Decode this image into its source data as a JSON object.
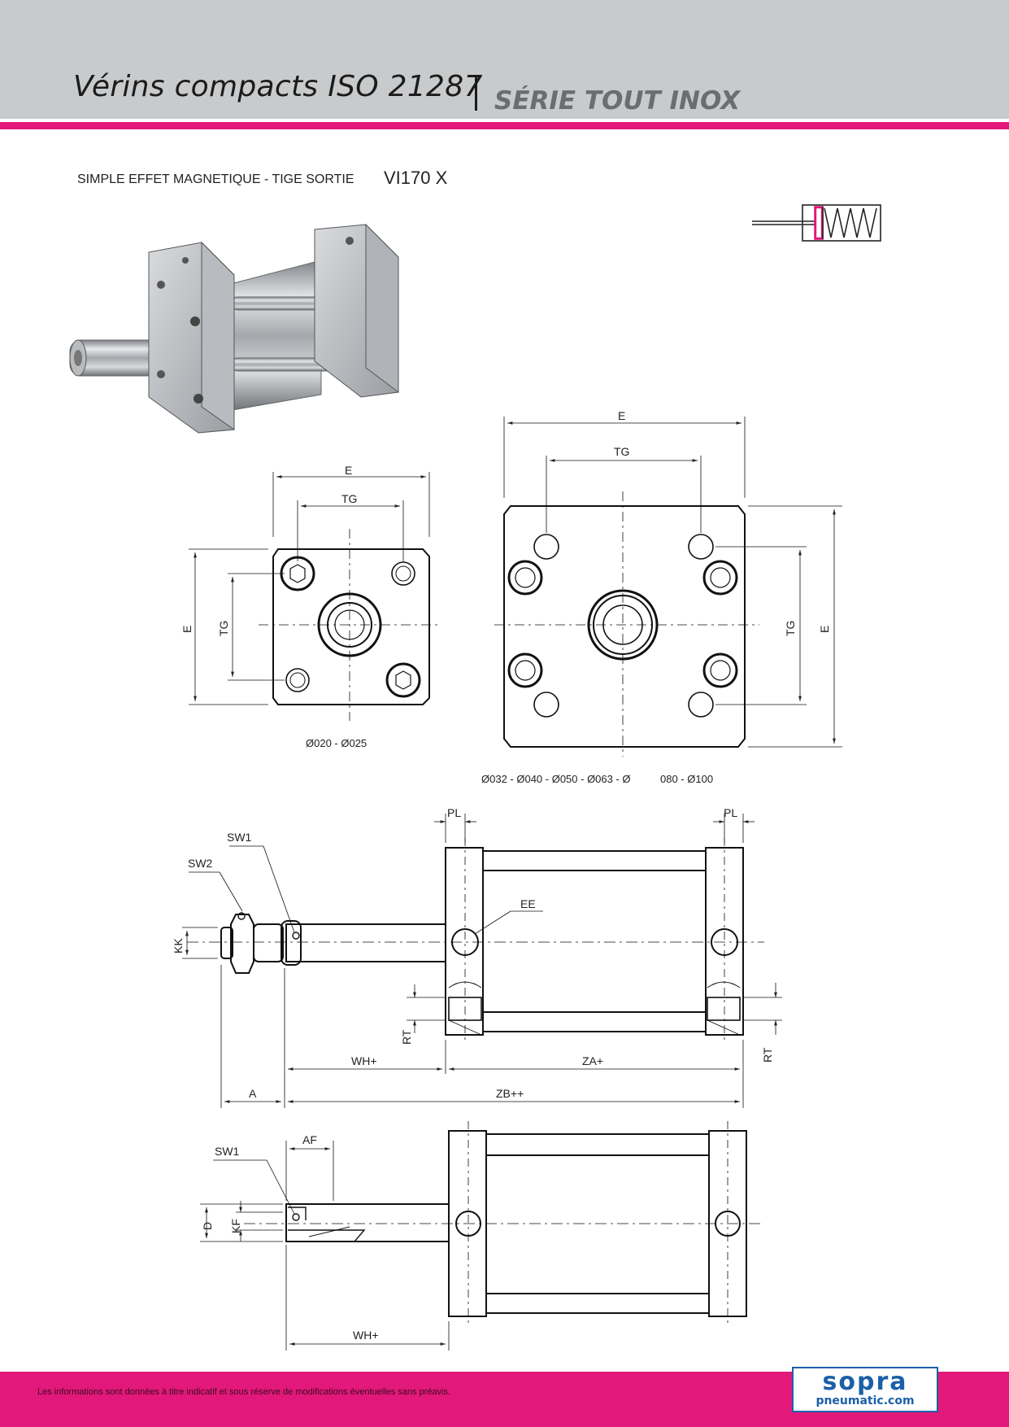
{
  "header": {
    "title": "Vérins compacts ISO 21287",
    "series": "SÉRIE TOUT INOX"
  },
  "product": {
    "subtitle": "SIMPLE EFFET MAGNETIQUE - TIGE SORTIE",
    "model": "VI170 X"
  },
  "front_small": {
    "label_e_top": "E",
    "label_tg_top": "TG",
    "label_e_side": "E",
    "label_tg_side": "TG",
    "caption": "Ø020 - Ø025"
  },
  "front_large": {
    "label_e_top": "E",
    "label_tg_top": "TG",
    "label_tg_side": "TG",
    "label_e_side": "E",
    "caption_left": "Ø032 - Ø040 - Ø050 - Ø063 - Ø",
    "caption_right": "080 - Ø100"
  },
  "side_view": {
    "sw1": "SW1",
    "sw2": "SW2",
    "pl_left": "PL",
    "pl_right": "PL",
    "ee": "EE",
    "kk": "KK",
    "rt_left": "RT",
    "rt_right": "RT",
    "wh": "WH+",
    "za": "ZA+",
    "a": "A",
    "zb": "ZB++"
  },
  "side_view_2": {
    "sw1": "SW1",
    "af": "AF",
    "d": "D",
    "kf": "KF",
    "wh": "WH+"
  },
  "footer": {
    "disclaimer": "Les informations sont données à titre indicatif et sous réserve de modifications éventuelles sans préavis.",
    "logo_top": "sopra",
    "logo_bottom": "pneumatic.com"
  },
  "colors": {
    "accent": "#e2187a",
    "header_bg": "#c8cacc",
    "logo_blue": "#1b5fa8"
  }
}
